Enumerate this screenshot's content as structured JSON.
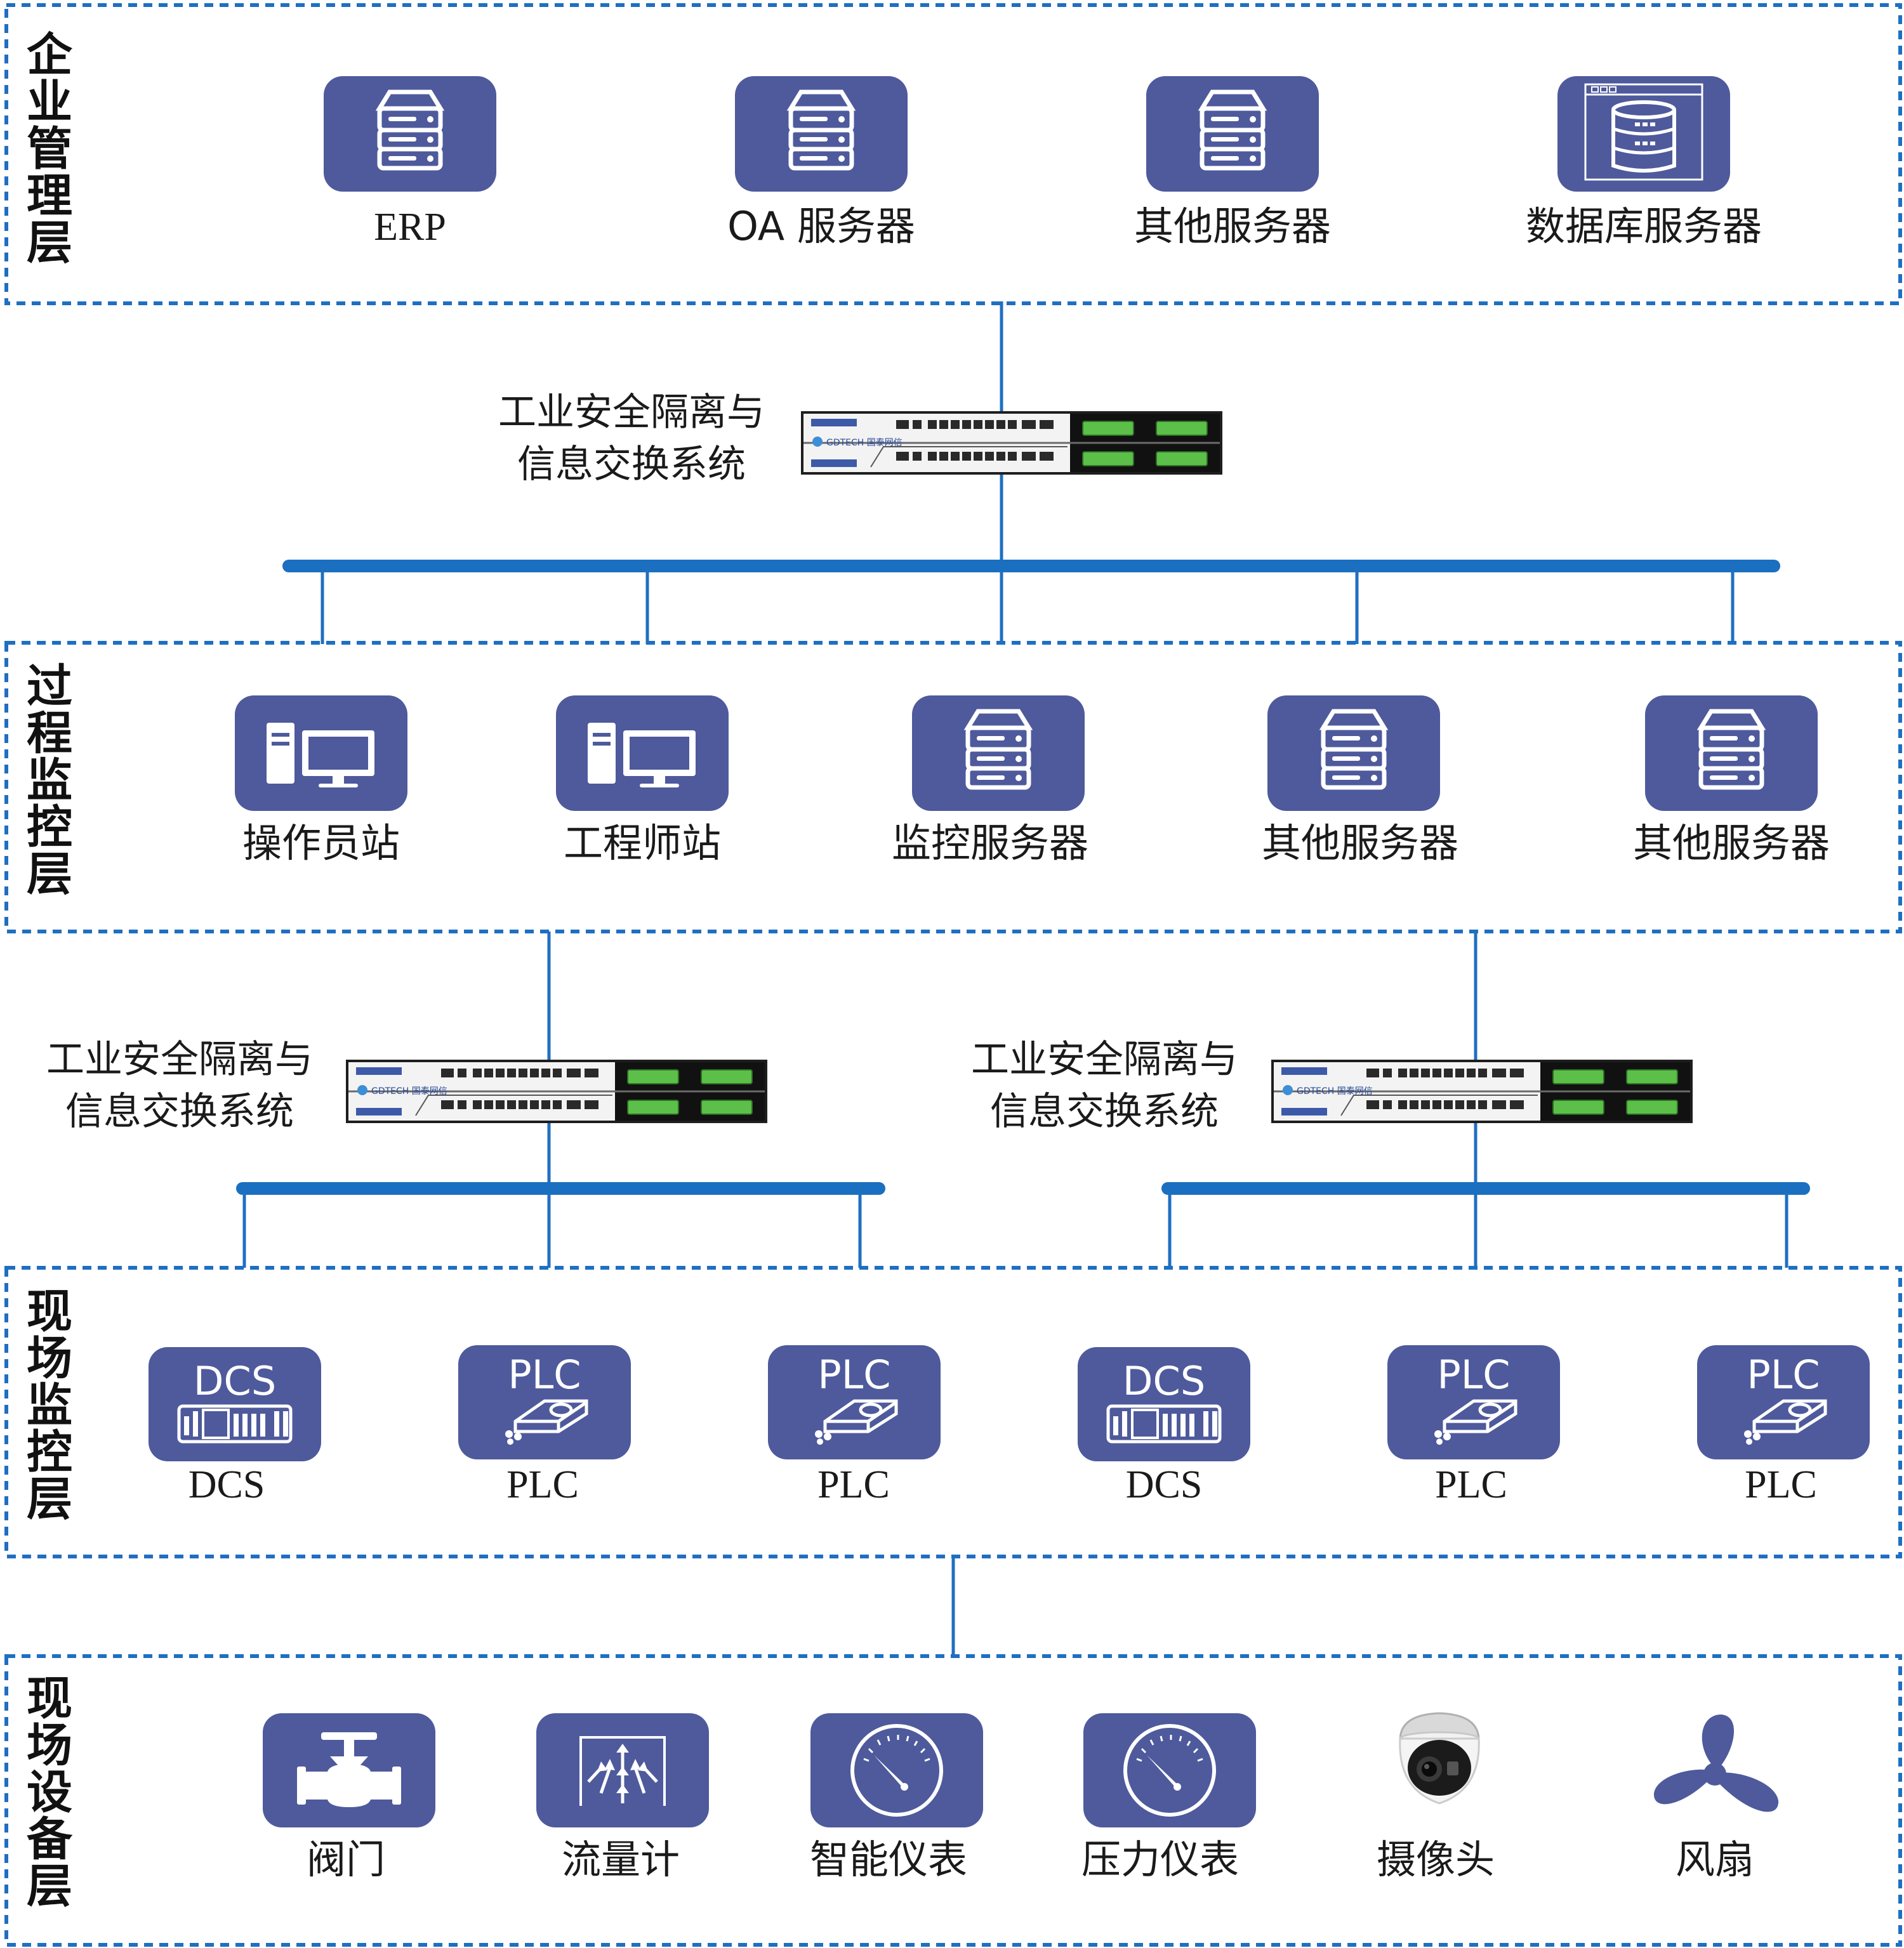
{
  "colors": {
    "accent": "#1f6fc1",
    "tile": "#4e5a9c",
    "text": "#1a1a1a"
  },
  "layers": {
    "enterprise": {
      "label": "企业管理层",
      "nodes": [
        {
          "label": "ERP",
          "icon": "server-icon"
        },
        {
          "label": "OA 服务器",
          "icon": "server-icon"
        },
        {
          "label": "其他服务器",
          "icon": "server-icon"
        },
        {
          "label": "数据库服务器",
          "icon": "database-icon"
        }
      ]
    },
    "process": {
      "label": "过程监控层",
      "nodes": [
        {
          "label": "操作员站",
          "icon": "workstation-icon"
        },
        {
          "label": "工程师站",
          "icon": "workstation-icon"
        },
        {
          "label": "监控服务器",
          "icon": "server-icon"
        },
        {
          "label": "其他服务器",
          "icon": "server-icon"
        },
        {
          "label": "其他服务器",
          "icon": "server-icon"
        }
      ]
    },
    "field_control": {
      "label": "现场监控层",
      "nodes": [
        {
          "label": "DCS",
          "tile_text": "DCS",
          "icon": "dcs-icon"
        },
        {
          "label": "PLC",
          "tile_text": "PLC",
          "icon": "plc-icon"
        },
        {
          "label": "PLC",
          "tile_text": "PLC",
          "icon": "plc-icon"
        },
        {
          "label": "DCS",
          "tile_text": "DCS",
          "icon": "dcs-icon"
        },
        {
          "label": "PLC",
          "tile_text": "PLC",
          "icon": "plc-icon"
        },
        {
          "label": "PLC",
          "tile_text": "PLC",
          "icon": "plc-icon"
        }
      ]
    },
    "field_devices": {
      "label": "现场设备层",
      "nodes": [
        {
          "label": "阀门",
          "icon": "valve-icon"
        },
        {
          "label": "流量计",
          "icon": "flowmeter-icon"
        },
        {
          "label": "智能仪表",
          "icon": "gauge-icon"
        },
        {
          "label": "压力仪表",
          "icon": "gauge-icon"
        },
        {
          "label": "摄像头",
          "icon": "camera-icon"
        },
        {
          "label": "风扇",
          "icon": "fan-icon"
        }
      ]
    }
  },
  "gateways": [
    {
      "line1": "工业安全隔离与",
      "line2": "信息交换系统",
      "brand": "GDTECH 国泰网信"
    },
    {
      "line1": "工业安全隔离与",
      "line2": "信息交换系统",
      "brand": "GDTECH 国泰网信"
    },
    {
      "line1": "工业安全隔离与",
      "line2": "信息交换系统",
      "brand": "GDTECH 国泰网信"
    }
  ]
}
